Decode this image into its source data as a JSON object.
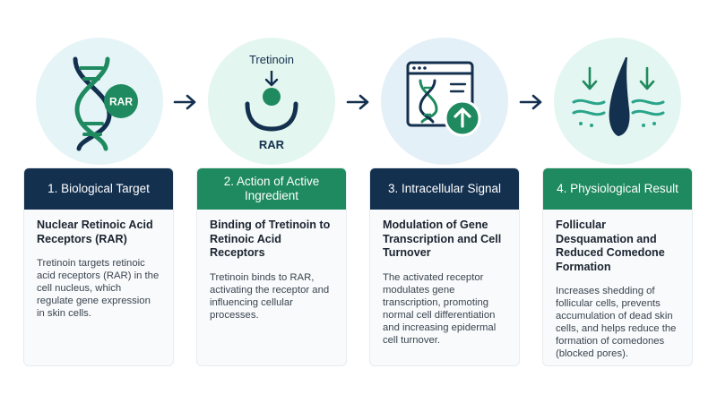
{
  "colors": {
    "navy": "#14304f",
    "green": "#1f8a5f",
    "teal": "#2aa48a"
  },
  "icons": {
    "step1": "dna-receptor-icon",
    "step2": "ligand-binding-icon",
    "step3": "gene-transcription-window-icon",
    "step4": "skin-follicle-icon"
  },
  "step1": {
    "icon_label": "RAR",
    "title": "1. Biological Target",
    "subtitle": "Nuclear Retinoic Acid Receptors (RAR)",
    "body": "Tretinoin targets retinoic acid receptors (RAR) in the cell nucleus, which regulate gene expression in skin cells."
  },
  "step2": {
    "icon_top": "Tretinoin",
    "icon_label": "RAR",
    "title": "2. Action of Active Ingredient",
    "subtitle": "Binding of Tretinoin to Retinoic Acid Receptors",
    "body": "Tretinoin binds to RAR, activating the receptor and influencing cellular processes."
  },
  "step3": {
    "title": "3. Intracellular Signal",
    "subtitle": "Modulation of Gene Transcription and Cell Turnover",
    "body": "The activated receptor modulates gene transcription, promoting normal cell differentiation and increasing epidermal cell turnover."
  },
  "step4": {
    "title": "4. Physiological Result",
    "subtitle": "Follicular Desquamation and Reduced Comedone Formation",
    "body": "Increases shedding of follicular cells, prevents accumulation of dead skin cells, and helps reduce the formation of comedones (blocked pores)."
  }
}
